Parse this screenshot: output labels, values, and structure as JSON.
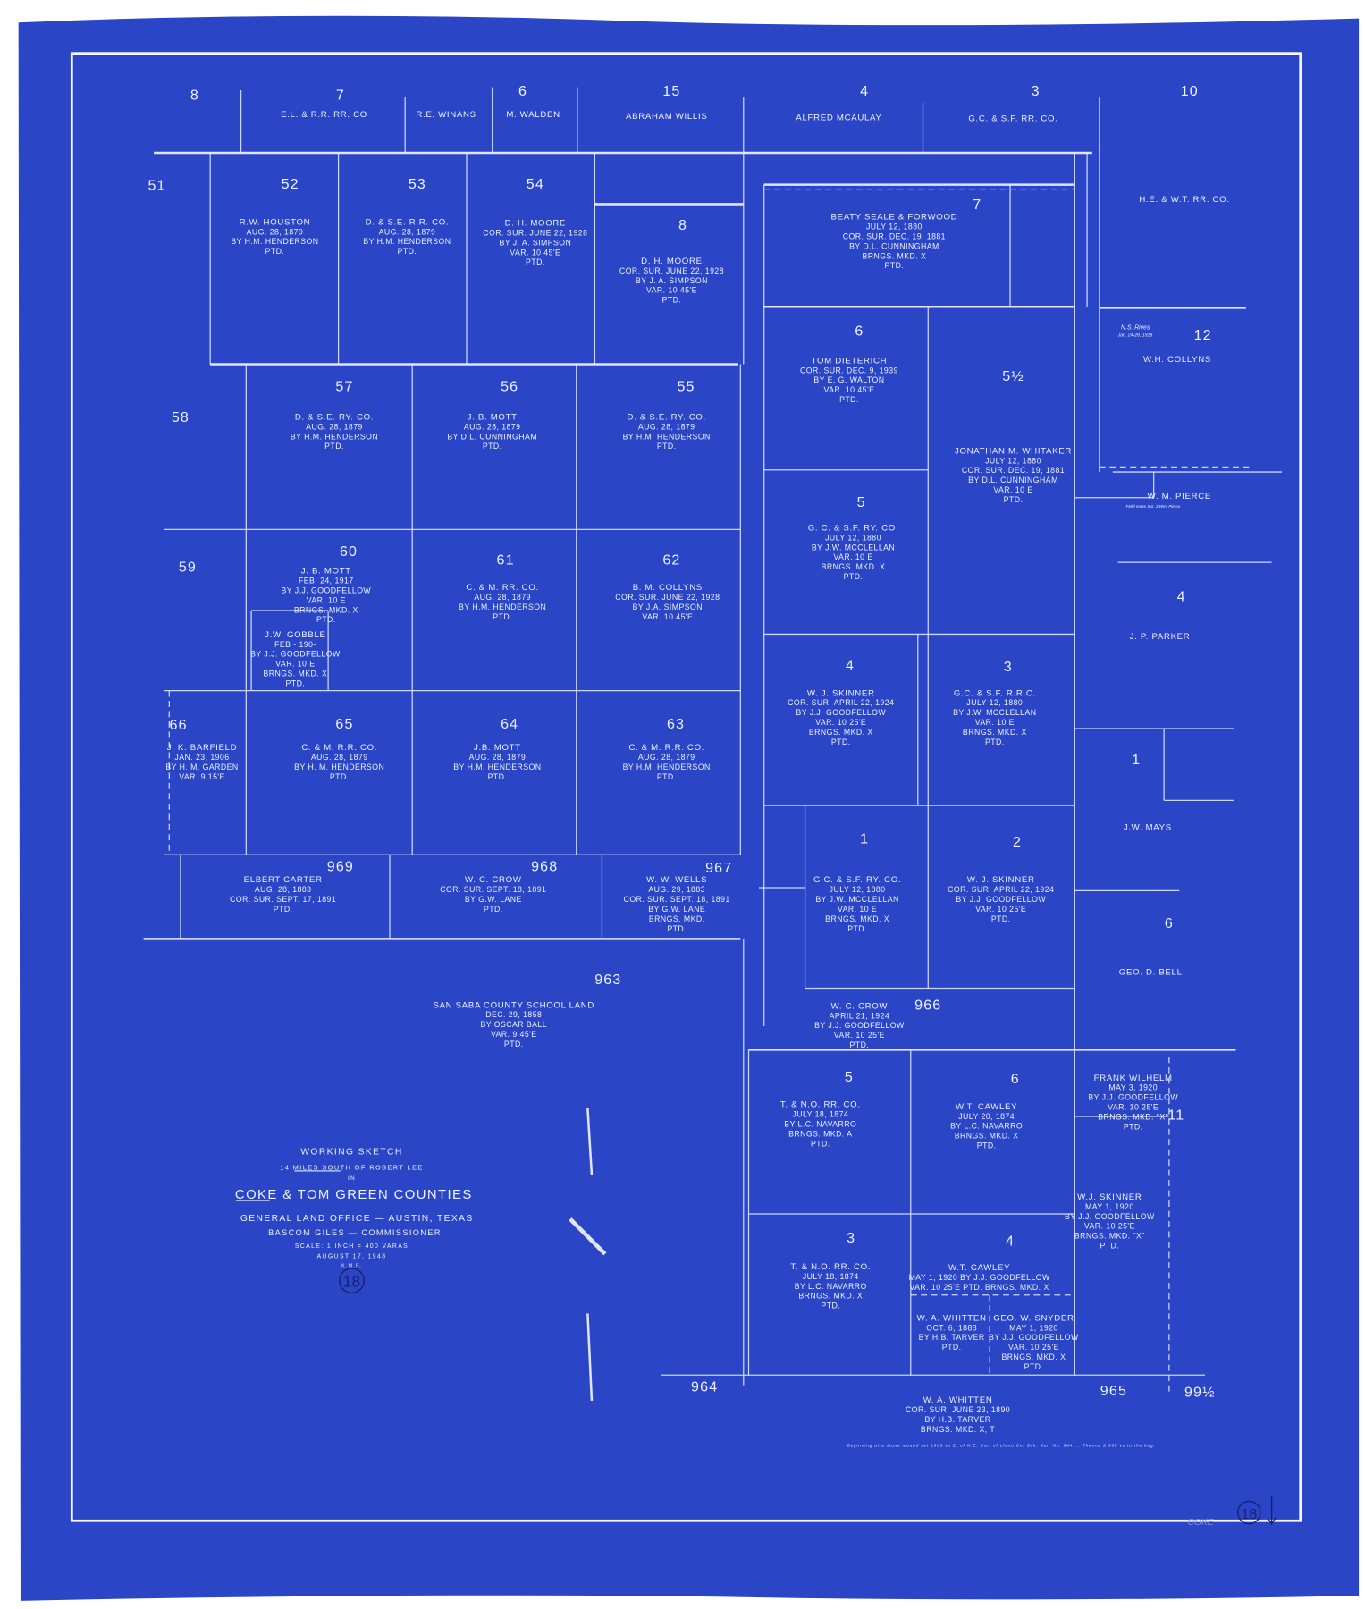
{
  "colors": {
    "paper": "#2a45c6",
    "ink": "#eef2ff",
    "pencil": "#1b1f6e"
  },
  "title_block": {
    "line1": "WORKING SKETCH",
    "line2": "14 MILES SOUTH OF ROBERT LEE",
    "line3": "IN",
    "line4": "COKE & TOM GREEN COUNTIES",
    "line5": "GENERAL LAND OFFICE — AUSTIN, TEXAS",
    "line6": "BASCOM GILES — COMMISSIONER",
    "line7": "SCALE: 1 INCH = 400 VARAS",
    "line8": "AUGUST 17, 1948",
    "line9": "K.M.F.",
    "sheet_number": "18"
  },
  "corner": {
    "county": "COKE",
    "sheet_number": "18"
  },
  "surveys": [
    {
      "number": "8",
      "lines": []
    },
    {
      "number": "7",
      "lines": [
        "E.L. & R.R. RR. CO"
      ]
    },
    {
      "number": "",
      "lines": [
        "R.E. WINANS"
      ]
    },
    {
      "number": "6",
      "lines": [
        "M. WALDEN"
      ]
    },
    {
      "number": "15",
      "lines": [
        "ABRAHAM WILLIS"
      ]
    },
    {
      "number": "4",
      "lines": [
        "ALFRED MCAULAY"
      ]
    },
    {
      "number": "3",
      "lines": [
        "G.C. & S.F. RR. CO."
      ]
    },
    {
      "number": "10",
      "lines": []
    },
    {
      "number": "51",
      "lines": []
    },
    {
      "number": "52",
      "lines": [
        "R.W. HOUSTON",
        "AUG. 28, 1879",
        "BY H.M. HENDERSON",
        "PTD."
      ]
    },
    {
      "number": "53",
      "lines": [
        "D. & S.E. R.R. CO.",
        "AUG. 28, 1879",
        "BY H.M. HENDERSON",
        "PTD."
      ]
    },
    {
      "number": "54",
      "lines": [
        "D. H. MOORE",
        "COR. SUR. JUNE 22, 1928",
        "BY J. A. SIMPSON",
        "VAR. 10 45'E",
        "PTD."
      ]
    },
    {
      "number": "8",
      "lines": [
        "D. H. MOORE",
        "COR. SUR. JUNE 22, 1928",
        "BY J. A. SIMPSON",
        "VAR. 10 45'E",
        "PTD."
      ]
    },
    {
      "number": "7",
      "lines": [
        "BEATY SEALE & FORWOOD",
        "JULY 12, 1880",
        "COR. SUR. DEC. 19, 1881",
        "BY D.L. CUNNINGHAM",
        "BRNGS. MKD. X",
        "PTD."
      ]
    },
    {
      "number": "",
      "lines": [
        "H.E. & W.T. RR. CO."
      ]
    },
    {
      "number": "6",
      "lines": [
        "TOM DIETERICH",
        "COR. SUR. DEC. 9, 1939",
        "BY E. G. WALTON",
        "VAR. 10 45'E",
        "PTD."
      ]
    },
    {
      "number": "5½",
      "lines": [
        "JONATHAN M. WHITAKER",
        "JULY 12, 1880",
        "COR. SUR. DEC. 19, 1881",
        "BY D.L. CUNNINGHAM",
        "VAR. 10 E",
        "PTD."
      ]
    },
    {
      "number": "12",
      "lines": [
        "W.H. COLLYNS"
      ]
    },
    {
      "number": "",
      "lines": [
        "W. M. PIERCE"
      ]
    },
    {
      "number": "58",
      "lines": []
    },
    {
      "number": "57",
      "lines": [
        "D. & S.E. RY. CO.",
        "AUG. 28, 1879",
        "BY H.M. HENDERSON",
        "PTD."
      ]
    },
    {
      "number": "56",
      "lines": [
        "J. B. MOTT",
        "AUG. 28, 1879",
        "BY D.L. CUNNINGHAM",
        "PTD."
      ]
    },
    {
      "number": "55",
      "lines": [
        "D. & S.E. RY. CO.",
        "AUG. 28, 1879",
        "BY H.M. HENDERSON",
        "PTD."
      ]
    },
    {
      "number": "5",
      "lines": [
        "G. C. & S.F. RY. CO.",
        "JULY 12, 1880",
        "BY J.W. MCCLELLAN",
        "VAR. 10 E",
        "BRNGS. MKD. X",
        "PTD."
      ]
    },
    {
      "number": "59",
      "lines": []
    },
    {
      "number": "60",
      "lines": [
        "J. B. MOTT",
        "FEB. 24, 1917",
        "BY J.J. GOODFELLOW",
        "VAR. 10 E",
        "BRNGS. MKD. X",
        "PTD."
      ]
    },
    {
      "number": "",
      "lines": [
        "J.W. GOBBLE",
        "FEB - 190-",
        "BY J.J. GOODFELLOW",
        "VAR. 10 E",
        "BRNGS. MKD. X",
        "PTD."
      ]
    },
    {
      "number": "61",
      "lines": [
        "C. & M. RR. CO.",
        "AUG. 28, 1879",
        "BY H.M. HENDERSON",
        "PTD."
      ]
    },
    {
      "number": "62",
      "lines": [
        "B. M. COLLYNS",
        "COR. SUR. JUNE 22, 1928",
        "BY J.A. SIMPSON",
        "VAR. 10 45'E"
      ]
    },
    {
      "number": "4",
      "lines": [
        "J. P. PARKER"
      ]
    },
    {
      "number": "4",
      "lines": [
        "W. J. SKINNER",
        "COR. SUR. APRIL 22, 1924",
        "BY J.J. GOODFELLOW",
        "VAR. 10 25'E",
        "BRNGS. MKD. X",
        "PTD."
      ]
    },
    {
      "number": "3",
      "lines": [
        "G.C. & S.F. R.R.C.",
        "JULY 12, 1880",
        "BY J.W. MCCLELLAN",
        "VAR. 10 E",
        "BRNGS. MKD. X",
        "PTD."
      ]
    },
    {
      "number": "66",
      "lines": [
        "J. K. BARFIELD",
        "JAN. 23, 1906",
        "BY H. M. GARDEN",
        "VAR. 9 15'E"
      ]
    },
    {
      "number": "65",
      "lines": [
        "C. & M. R.R. CO.",
        "AUG. 28, 1879",
        "BY H. M. HENDERSON",
        "PTD."
      ]
    },
    {
      "number": "64",
      "lines": [
        "J.B. MOTT",
        "AUG. 28, 1879",
        "BY H.M. HENDERSON",
        "PTD."
      ]
    },
    {
      "number": "63",
      "lines": [
        "C. & M. R.R. CO.",
        "AUG. 28, 1879",
        "BY H.M. HENDERSON",
        "PTD."
      ]
    },
    {
      "number": "1",
      "lines": [
        "J.W. MAYS"
      ]
    },
    {
      "number": "1",
      "lines": [
        "G.C. & S.F. RY. CO.",
        "JULY 12, 1880",
        "BY J.W. MCCLELLAN",
        "VAR. 10 E",
        "BRNGS. MKD. X",
        "PTD."
      ]
    },
    {
      "number": "2",
      "lines": [
        "W. J. SKINNER",
        "COR. SUR. APRIL 22, 1924",
        "BY J.J. GOODFELLOW",
        "VAR. 10 25'E",
        "PTD."
      ]
    },
    {
      "number": "969",
      "lines": [
        "ELBERT CARTER",
        "AUG. 28, 1883",
        "COR. SUR. SEPT. 17, 1891",
        "PTD."
      ]
    },
    {
      "number": "968",
      "lines": [
        "W. C. CROW",
        "COR. SUR. SEPT. 18, 1891",
        "BY G.W. LANE",
        "PTD."
      ]
    },
    {
      "number": "967",
      "lines": [
        "W. W. WELLS",
        "AUG. 29, 1883",
        "COR. SUR. SEPT. 18, 1891",
        "BY G.W. LANE",
        "BRNGS. MKD.",
        "PTD."
      ]
    },
    {
      "number": "6",
      "lines": [
        "GEO. D. BELL"
      ]
    },
    {
      "number": "963",
      "lines": [
        "SAN SABA COUNTY SCHOOL LAND",
        "DEC. 29, 1858",
        "BY OSCAR BALL",
        "VAR. 9 45'E",
        "PTD."
      ]
    },
    {
      "number": "966",
      "lines": [
        "W. C. CROW",
        "APRIL 21, 1924",
        "BY J.J. GOODFELLOW",
        "VAR. 10 25'E",
        "PTD."
      ]
    },
    {
      "number": "5",
      "lines": [
        "T. & N.O. RR. CO.",
        "JULY 18, 1874",
        "BY L.C. NAVARRO",
        "BRNGS. MKD. A",
        "PTD."
      ]
    },
    {
      "number": "6",
      "lines": [
        "W.T. CAWLEY",
        "JULY 20, 1874",
        "BY L.C. NAVARRO",
        "BRNGS. MKD. X",
        "PTD."
      ]
    },
    {
      "number": "",
      "lines": [
        "FRANK WILHELM",
        "MAY 3, 1920",
        "BY J.J. GOODFELLOW",
        "VAR. 10 25'E",
        "BRNGS. MKD. \"X\"",
        "PTD."
      ]
    },
    {
      "number": "11",
      "lines": []
    },
    {
      "number": "",
      "lines": [
        "W.J. SKINNER",
        "MAY 1, 1920",
        "BY J.J. GOODFELLOW",
        "VAR. 10 25'E",
        "BRNGS. MKD. \"X\"",
        "PTD."
      ]
    },
    {
      "number": "3",
      "lines": [
        "T. & N.O. RR. CO.",
        "JULY 18, 1874",
        "BY L.C. NAVARRO",
        "BRNGS. MKD. X",
        "PTD."
      ]
    },
    {
      "number": "4",
      "lines": [
        "W.T. CAWLEY",
        "MAY 1, 1920   BY J.J. GOODFELLOW",
        "VAR. 10 25'E   PTD.   BRNGS. MKD. X"
      ]
    },
    {
      "number": "",
      "lines": [
        "W. A. WHITTEN",
        "OCT. 6, 1888",
        "BY H.B. TARVER",
        "PTD."
      ]
    },
    {
      "number": "",
      "lines": [
        "GEO. W. SNYDER",
        "MAY 1, 1920",
        "BY J.J. GOODFELLOW",
        "VAR. 10 25'E",
        "BRNGS. MKD. X",
        "PTD."
      ]
    },
    {
      "number": "964",
      "lines": []
    },
    {
      "number": "965",
      "lines": []
    },
    {
      "number": "99½",
      "lines": []
    },
    {
      "number": "",
      "lines": [
        "W. A. WHITTEN",
        "COR. SUR. JUNE 23, 1890",
        "BY H.B. TARVER",
        "BRNGS. MKD. X, T"
      ]
    }
  ],
  "field_notes": {
    "rives": [
      "N.S. Rives",
      "Jan. 24-28, 1918"
    ],
    "pierce_note": "Field notes Sur. 3 Wm. Pierce",
    "whitten_note": "Beginning at a stone mound set 1900 vs E. of N.E. Cor. of Llano Co. Sch. Sur. No. 964 ... Thence S 950 vs to the beg."
  }
}
